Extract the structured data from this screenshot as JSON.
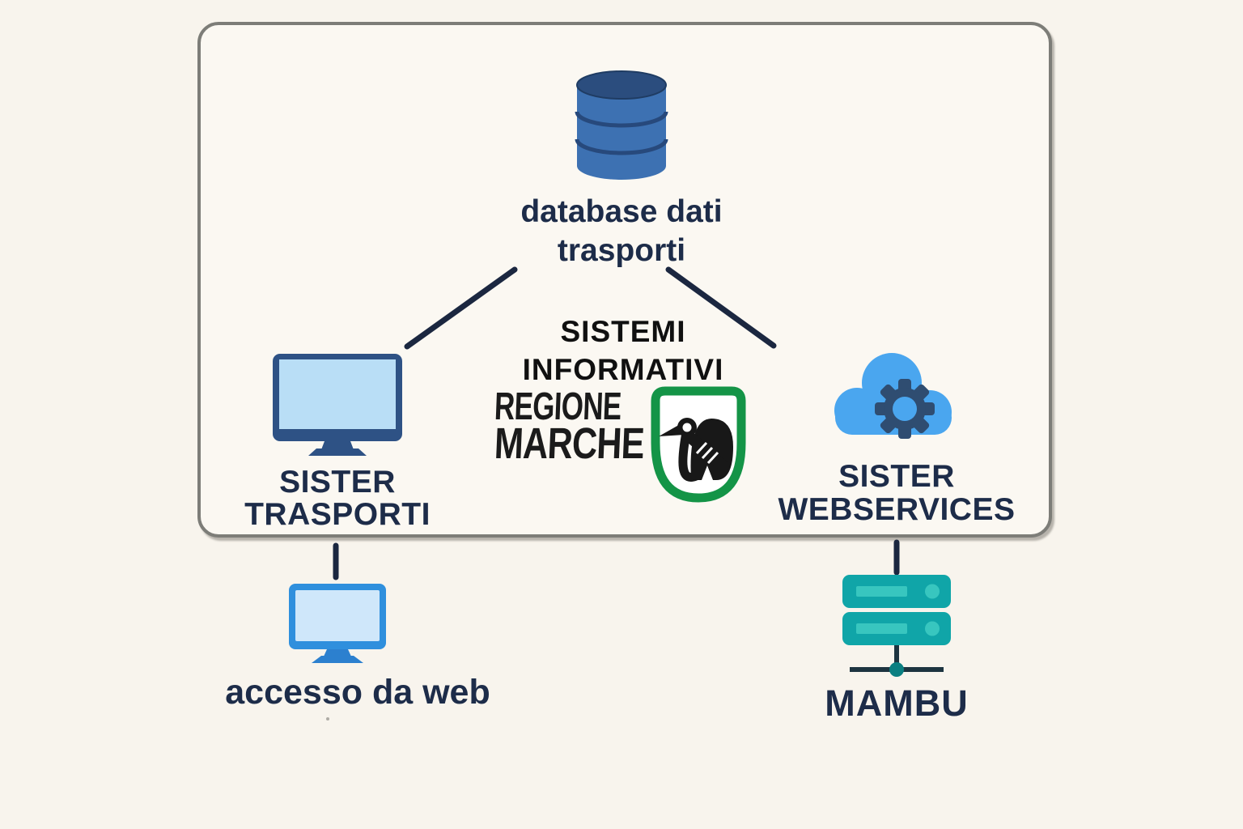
{
  "panel": {
    "center_title_line1": "SISTEMI",
    "center_title_line2": "INFORMATIVI",
    "logo_word1": "REGIONE",
    "logo_word2": "MARCHE"
  },
  "nodes": {
    "database": {
      "line1": "database dati",
      "line2": "trasporti"
    },
    "sister_trasporti": {
      "line1": "SISTER",
      "line2": "TRASPORTI"
    },
    "sister_webservices": {
      "line1": "SISTER",
      "line2": "WEBSERVICES"
    },
    "accesso_web": {
      "label": "accesso da web"
    },
    "mambu": {
      "label": "MAMBU"
    }
  },
  "icons": {
    "database": "database-icon",
    "sister_trasporti": "monitor-icon",
    "sister_webservices": "cloud-gear-icon",
    "accesso_web": "monitor-icon",
    "mambu": "server-icon",
    "logo": "regione-marche-shield-icon"
  },
  "colors": {
    "background": "#f8f4ed",
    "panel_background": "#fbf8f2",
    "panel_border": "#7d7d78",
    "connector": "#1b2740",
    "text_navy": "#1d2c49",
    "text_black": "#101010",
    "database_body": "#3d71b2",
    "database_top": "#2b4d7e",
    "monitor_frame": "#2e5285",
    "monitor_screen": "#b9def6",
    "cloud": "#4aa6ef",
    "gear": "#2f4d71",
    "web_monitor_frame": "#2f8fdd",
    "web_monitor_screen": "#cfe7fa",
    "server_body": "#10a5a8",
    "server_accent": "#38c6bf",
    "server_dot": "#0b7f81",
    "shield_green": "#149447",
    "logo_black": "#181818"
  }
}
